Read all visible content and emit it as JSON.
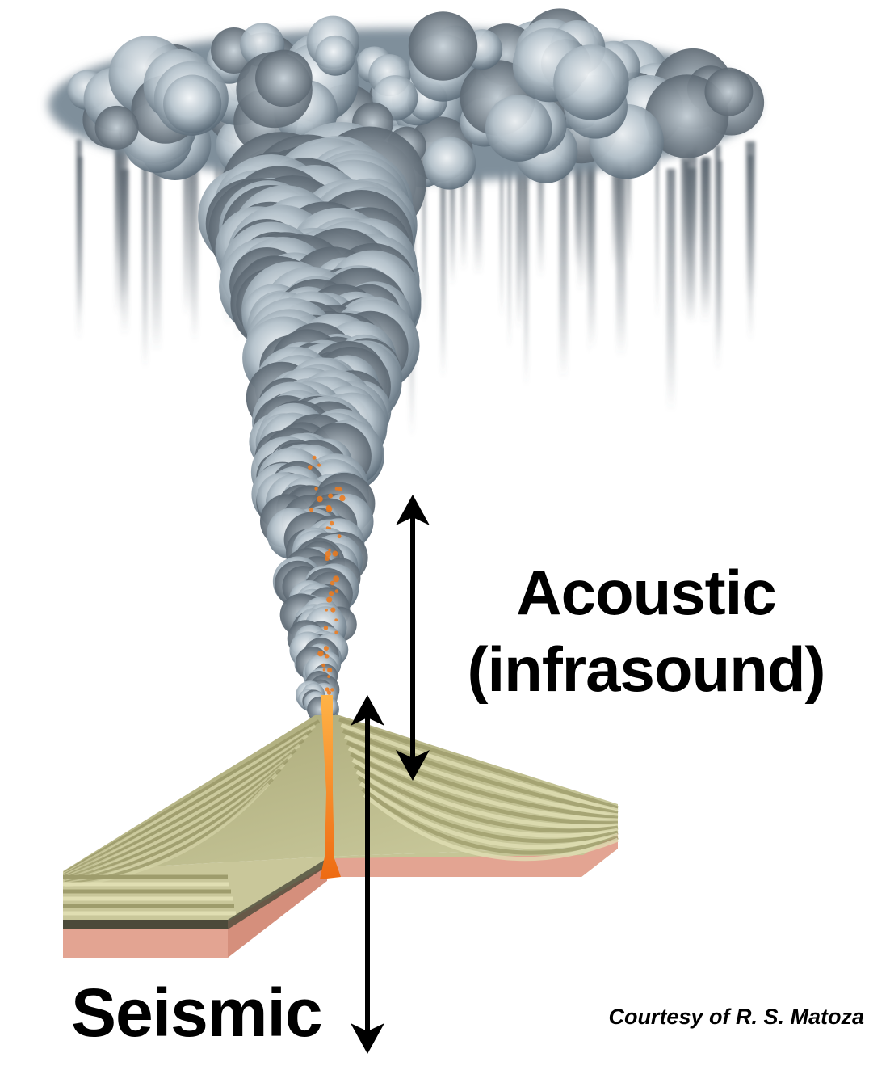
{
  "labels": {
    "acoustic": "Acoustic",
    "infrasound": "(infrasound)",
    "seismic": "Seismic",
    "credit": "Courtesy of R. S. Matoza"
  },
  "colors": {
    "ash_light": "#e8eef2",
    "ash_mid": "#9aaab6",
    "ash_dark": "#4e5d6a",
    "magma": "#f07a1a",
    "strata_light": "#cfcf9e",
    "strata_dark": "#8e8c5c",
    "crust_pink": "#e3a492",
    "arrow": "#000000"
  },
  "icons": {
    "acoustic_arrow": "double-headed-vertical-arrow",
    "seismic_arrow": "double-headed-vertical-arrow"
  }
}
